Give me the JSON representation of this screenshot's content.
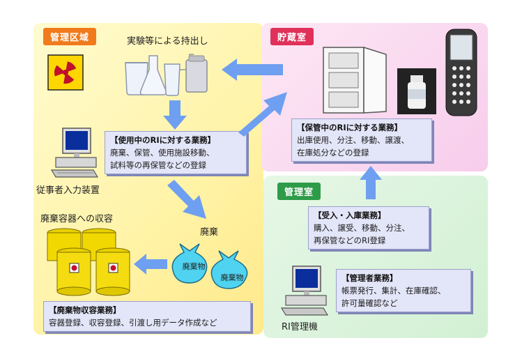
{
  "zones": {
    "kanri": {
      "tag": "管理区域"
    },
    "chozo": {
      "tag": "貯蔵室"
    },
    "kanrishitsu": {
      "tag": "管理室"
    }
  },
  "labels": {
    "experiment": "実験等による持出し",
    "operator_terminal": "従事者入力装置",
    "disposal_container": "廃棄容器への収容",
    "waste": "廃棄",
    "waste_bag_1": "廃棄物",
    "waste_bag_2": "廃棄物",
    "ri_terminal": "RI管理機"
  },
  "boxes": {
    "in_use": {
      "title": "【使用中のRIに対する業務】",
      "line1": "廃棄、保管、使用施設移動、",
      "line2": "試料等の再保管などの登録"
    },
    "storage": {
      "title": "【保管中のRIに対する業務】",
      "line1": "出庫使用、分注、移動、譲渡、",
      "line2": "在庫処分などの登録"
    },
    "receipt": {
      "title": "【受入・入庫業務】",
      "line1": "購入、譲受、移動、分注、",
      "line2": "再保管などのRI登録"
    },
    "admin": {
      "title": "【管理者業務】",
      "line1": "帳票発行、集計、在庫確認、",
      "line2": "許可量確認など"
    },
    "waste_storage": {
      "title": "【廃棄物収容業務】",
      "line1": "容器登録、収容登録、引渡し用データ作成など"
    }
  },
  "colors": {
    "kanri_tag": "#f07a1c",
    "chozo_tag": "#e0315a",
    "kanrishitsu_tag": "#2e9b49",
    "arrow": "#5b8ee6",
    "box_bg": "#e3e5f8"
  },
  "icons": [
    "radiation-icon",
    "lab-glassware-icon",
    "computer-icon",
    "drums-icon",
    "waste-bag-icon",
    "cabinet-icon",
    "bottle-icon",
    "handheld-terminal-icon"
  ]
}
